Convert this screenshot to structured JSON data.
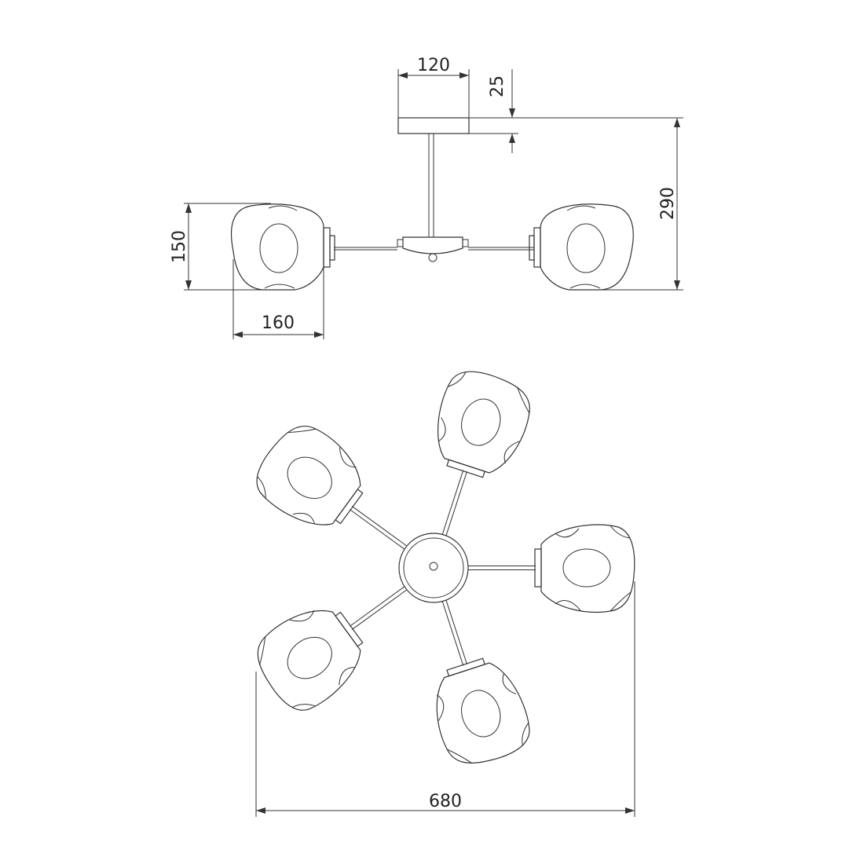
{
  "dimensions": {
    "canopy_width": "120",
    "canopy_height": "25",
    "total_height": "290",
    "shade_height": "150",
    "shade_width": "160",
    "overall_diameter": "680"
  },
  "view": {
    "side_view_lamps": 2,
    "top_view_lamps": 5
  },
  "colors": {
    "line": "#333333",
    "background": "#ffffff"
  }
}
